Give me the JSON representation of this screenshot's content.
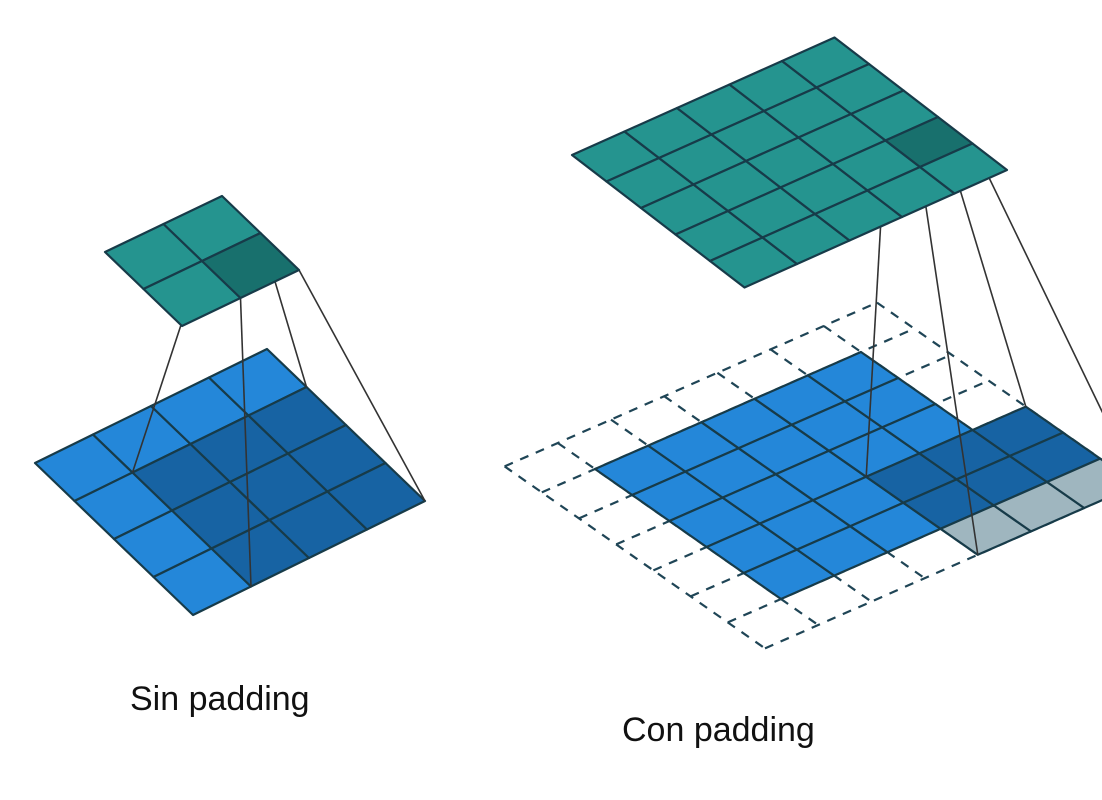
{
  "captions": {
    "no_padding": "Sin padding",
    "with_padding": "Con padding"
  },
  "colors": {
    "input_cell": "#2487d9",
    "input_highlight": "#1763a3",
    "output_cell": "#25948f",
    "output_highlight": "#18706d",
    "padding_highlight": "#9fb6bf",
    "grid_line": "#173b49",
    "projection_line": "#333333",
    "dashed_line": "#1f4556"
  },
  "diagrams": [
    {
      "name": "no-padding",
      "input_size": 4,
      "output_size": 2,
      "padding": 0,
      "kernel_size": 3
    },
    {
      "name": "with-padding",
      "input_size": 5,
      "output_size": 5,
      "padding": 1,
      "kernel_size": 3
    }
  ]
}
